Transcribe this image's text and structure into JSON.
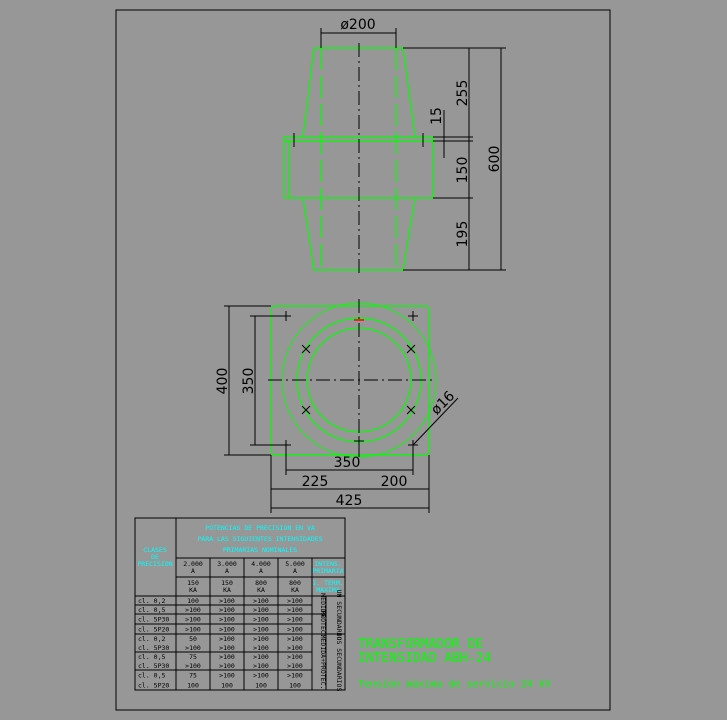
{
  "drawing": {
    "dimensions": {
      "top_diameter": "ø200",
      "h_upper": "255",
      "h_flange_offset": "15",
      "h_flange": "150",
      "h_lower": "195",
      "h_total": "600",
      "base_height": "400",
      "bolt_spacing_v": "350",
      "bolt_spacing_h": "350",
      "base_left": "225",
      "base_right": "200",
      "base_width": "425",
      "hole_diameter": "ø16"
    },
    "colors": {
      "outline": "#00ff00",
      "dimension": "#000000",
      "table_header": "#00ffff",
      "background": "#979797"
    }
  },
  "table": {
    "header_class": [
      "CLASES",
      "DE",
      "PRECISION"
    ],
    "header_power": [
      "POTENCIAS DE PRECISION EN VA",
      "PARA LAS SIGUIENTES INTENSIDADES",
      "PRIMARIAS NOMINALES"
    ],
    "currents": [
      [
        "2.000",
        "A"
      ],
      [
        "3.000",
        "A"
      ],
      [
        "4.000",
        "A"
      ],
      [
        "5.000",
        "A"
      ]
    ],
    "thermal": [
      [
        "150",
        "KA"
      ],
      [
        "150",
        "KA"
      ],
      [
        "800",
        "KA"
      ],
      [
        "800",
        "KA"
      ]
    ],
    "primary_label": [
      "INTENS.",
      "PRIMARIA"
    ],
    "thermal_label": [
      "I. TERM.",
      "MAXIMA"
    ],
    "rows": [
      {
        "cls": [
          "cl. 0,2"
        ],
        "v": [
          [
            "100"
          ],
          [
            ">100"
          ],
          [
            ">100"
          ],
          [
            ">100"
          ]
        ]
      },
      {
        "cls": [
          "cl. 0,5"
        ],
        "v": [
          [
            ">100"
          ],
          [
            ">100"
          ],
          [
            ">100"
          ],
          [
            ">100"
          ]
        ]
      },
      {
        "cls": [
          "cl. 5P30"
        ],
        "v": [
          [
            ">100"
          ],
          [
            ">100"
          ],
          [
            ">100"
          ],
          [
            ">100"
          ]
        ]
      },
      {
        "cls": [
          "cl. 5P20"
        ],
        "v": [
          [
            ">100"
          ],
          [
            ">100"
          ],
          [
            ">100"
          ],
          [
            ">100"
          ]
        ]
      },
      {
        "cls": [
          "cl. 0,2",
          "cl. 5P30"
        ],
        "v": [
          [
            "50",
            ">100"
          ],
          [
            ">100",
            ">100"
          ],
          [
            ">100",
            ">100"
          ],
          [
            ">100",
            ">100"
          ]
        ]
      },
      {
        "cls": [
          "cl. 0,5",
          "cl. 5P30"
        ],
        "v": [
          [
            "75",
            ">100"
          ],
          [
            ">100",
            ">100"
          ],
          [
            ">100",
            ">100"
          ],
          [
            ">100",
            ">100"
          ]
        ]
      },
      {
        "cls": [
          "cl. 0,5",
          "cl. 5P20"
        ],
        "v": [
          [
            "75",
            "100"
          ],
          [
            ">100",
            "100"
          ],
          [
            ">100",
            "100"
          ],
          [
            ">100",
            "100"
          ]
        ]
      }
    ],
    "use_medida": "MEDIDA",
    "use_protec": "PROTEC.",
    "use_both": "MEDIDA+PROTEC.",
    "sec_one": "UN SECUNDARIO",
    "sec_two": "DOS SECUNDARIOS"
  },
  "title_block": {
    "line1": "TRANSFORMADOR DE",
    "line2": "INTENSIDAD ABH-24",
    "subtitle": "Tensión máxima de servicio 24 kV"
  }
}
